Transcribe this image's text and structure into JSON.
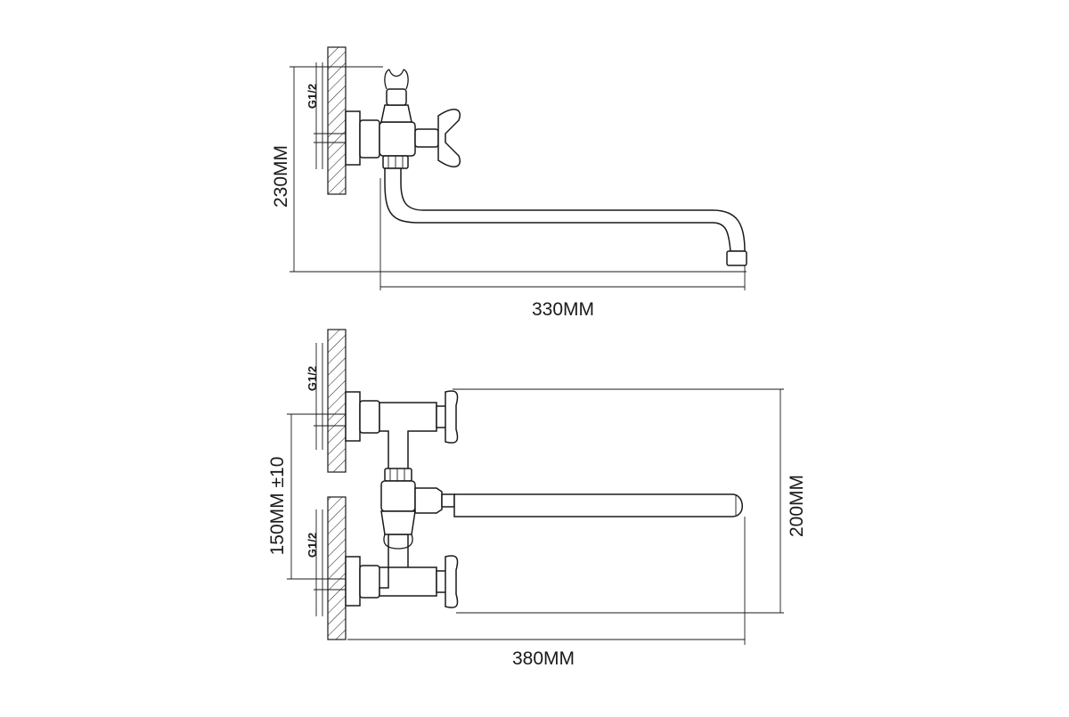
{
  "side_view": {
    "height_label": "230MM",
    "length_label": "330MM",
    "thread_label": "G1/2"
  },
  "front_view": {
    "spacing_label": "150MM ±10",
    "height_label": "200MM",
    "length_label": "380MM",
    "thread_top_label": "G1/2",
    "thread_bottom_label": "G1/2"
  }
}
